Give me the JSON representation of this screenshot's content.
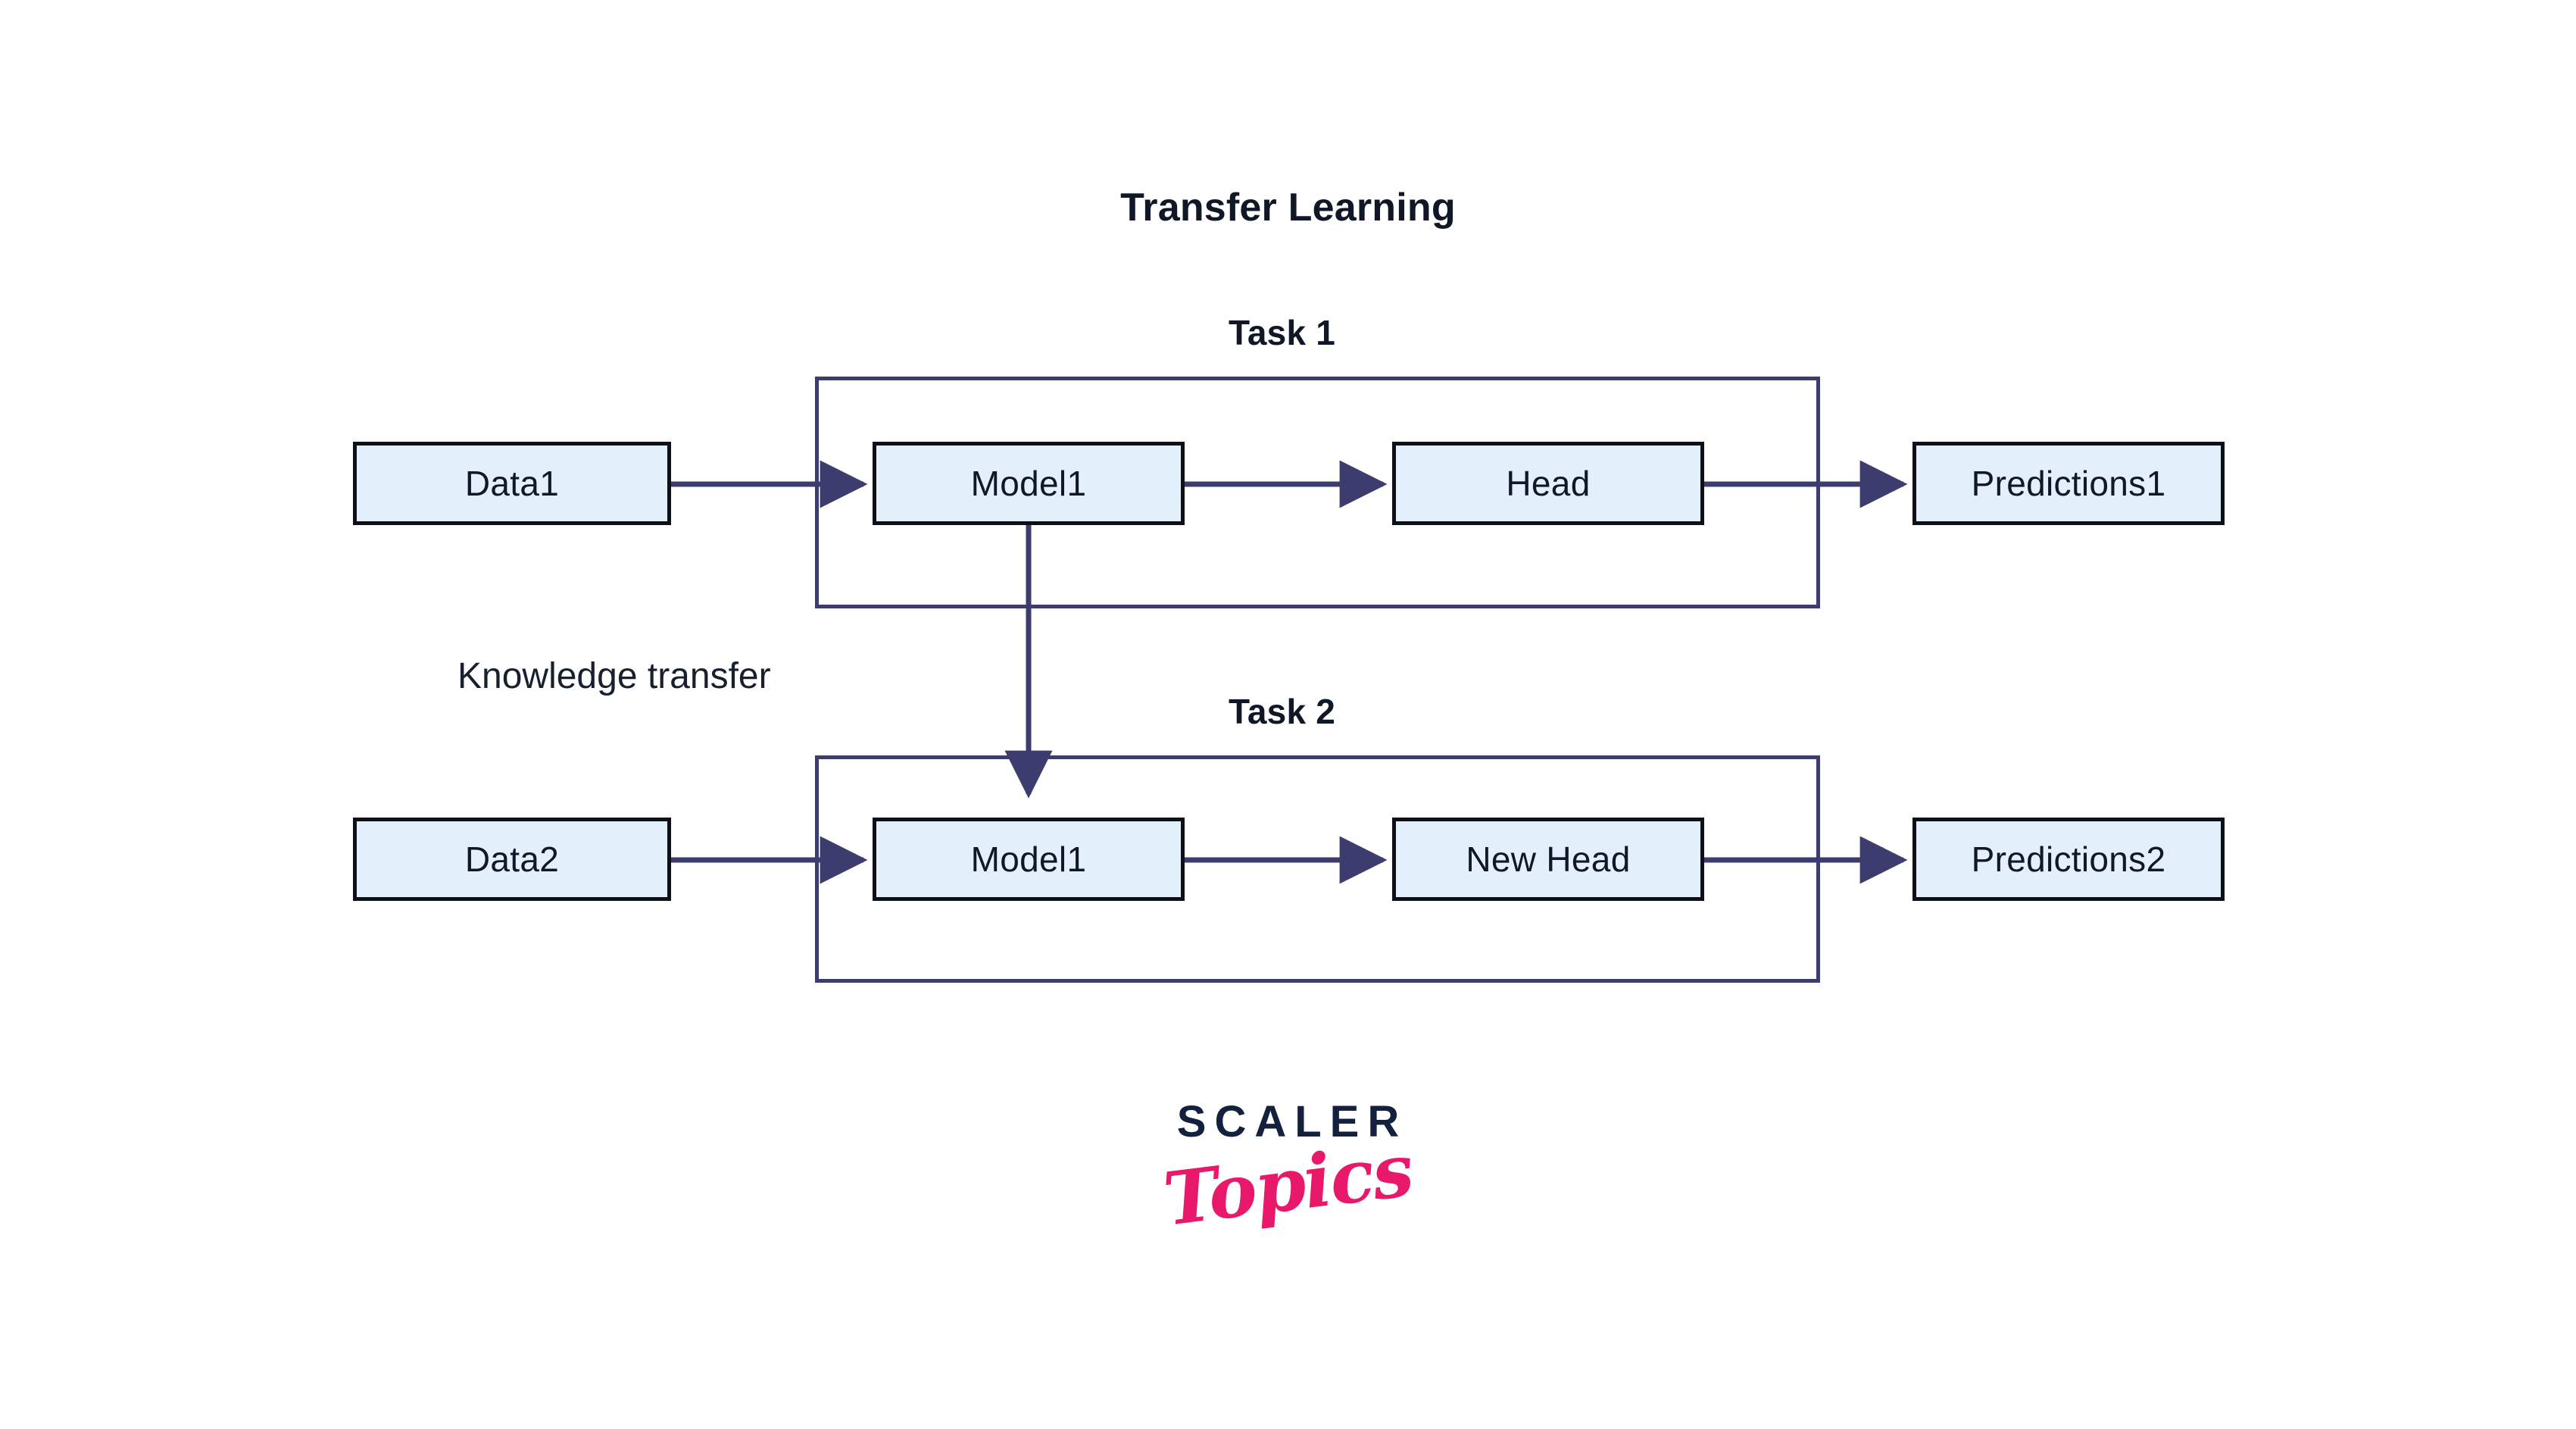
{
  "diagram": {
    "title": "Transfer Learning",
    "type": "flow-diagram",
    "background_color": "#ffffff",
    "node_fill_color": "#e3f0fc",
    "node_border_color": "#0d1117",
    "connector_color": "#3c3c6e",
    "text_color": "#101828"
  },
  "labels": {
    "task1": "Task 1",
    "task2": "Task 2",
    "knowledge_transfer": "Knowledge transfer"
  },
  "task1": {
    "group_label": "Task 1",
    "nodes": [
      {
        "id": "data1",
        "label": "Data1",
        "inside_group": false
      },
      {
        "id": "model1",
        "label": "Model1",
        "inside_group": true
      },
      {
        "id": "head",
        "label": "Head",
        "inside_group": true
      },
      {
        "id": "predictions1",
        "label": "Predictions1",
        "inside_group": false
      }
    ],
    "edges": [
      {
        "from": "data1",
        "to": "model1",
        "style": "arrow"
      },
      {
        "from": "model1",
        "to": "head",
        "style": "arrow"
      },
      {
        "from": "head",
        "to": "predictions1",
        "style": "arrow"
      }
    ]
  },
  "task2": {
    "group_label": "Task 2",
    "nodes": [
      {
        "id": "data2",
        "label": "Data2",
        "inside_group": false
      },
      {
        "id": "model1_t2",
        "label": "Model1",
        "inside_group": true
      },
      {
        "id": "new_head",
        "label": "New Head",
        "inside_group": true
      },
      {
        "id": "predictions2",
        "label": "Predictions2",
        "inside_group": false
      }
    ],
    "edges": [
      {
        "from": "data2",
        "to": "model1_t2",
        "style": "arrow"
      },
      {
        "from": "model1_t2",
        "to": "new_head",
        "style": "arrow"
      },
      {
        "from": "new_head",
        "to": "predictions2",
        "style": "arrow"
      }
    ]
  },
  "cross_task_edge": {
    "from": "model1",
    "to": "model1_t2",
    "label": "Knowledge transfer",
    "direction": "down",
    "style": "arrow"
  },
  "logo": {
    "line1": "SCALER",
    "line2": "Topics",
    "line1_color": "#14213d",
    "line2_color": "#e8186a"
  }
}
